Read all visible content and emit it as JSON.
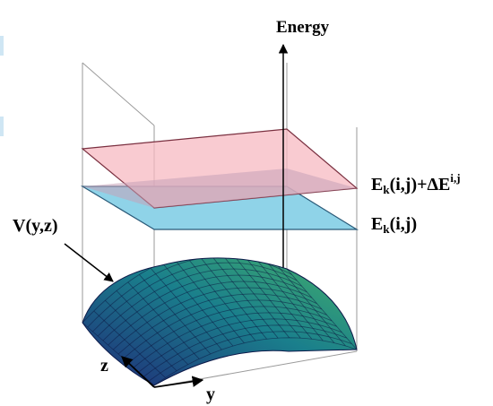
{
  "labels": {
    "energy_axis": "Energy",
    "upper_plane": {
      "base": "E",
      "sub": "k",
      "arg": "(i,j)+ΔE",
      "sup": "i,j"
    },
    "lower_plane": {
      "base": "E",
      "sub": "k",
      "arg": "(i,j)"
    },
    "potential": "V(y,z)",
    "y_axis": "y",
    "z_axis": "z"
  },
  "colors": {
    "upper_plane_fill": "#f7b9c2",
    "lower_plane_fill": "#8fd3e8",
    "overlap_fill": "#c7a3b8",
    "surface_dark": "#1f2a78",
    "surface_mid": "#1a7f8c",
    "surface_light": "#43b06a"
  }
}
